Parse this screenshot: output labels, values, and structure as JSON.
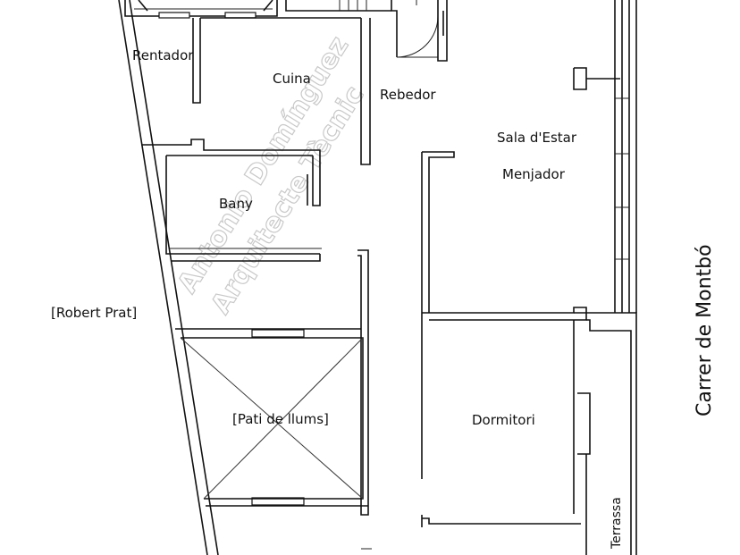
{
  "rooms": {
    "rentador": "Rentador",
    "cuina": "Cuina",
    "rebedor": "Rebedor",
    "sala_estar": "Sala d'Estar",
    "menjador": "Menjador",
    "bany": "Bany",
    "pati_llums": "[Pati de llums]",
    "dormitori": "Dormitori",
    "terrassa": "Terrassa"
  },
  "streets": {
    "robert_prat": "[Robert Prat]",
    "carrer_montbo": "Carrer  de Montbó"
  },
  "watermark": {
    "line1": "Antonio Domínguez",
    "line2": "Arquitecte Tècnic"
  }
}
